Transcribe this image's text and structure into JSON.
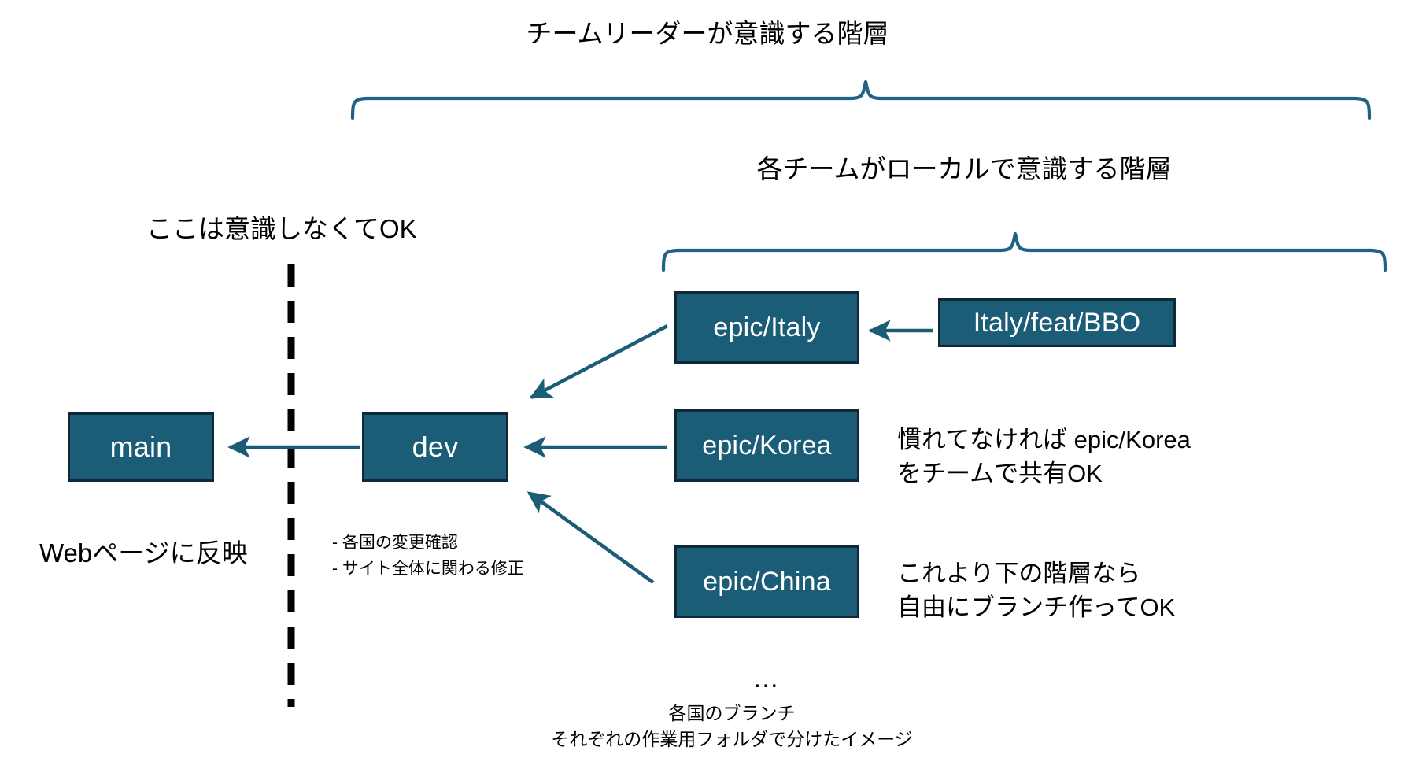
{
  "diagram": {
    "title_top_brace": "チームリーダーが意識する階層",
    "title_second_brace": "各チームがローカルで意識する階層",
    "left_zone_label": "ここは意識しなくてOK",
    "left_zone_note": "Webページに反映",
    "dev_note": "- 各国の変更確認\n- サイト全体に関わる修正",
    "ellipsis": "…",
    "bottom_caption": "各国のブランチ\nそれぞれの作業用フォルダで分けたイメージ"
  },
  "nodes": {
    "main": "main",
    "dev": "dev",
    "epic_italy": "epic/Italy",
    "epic_korea": "epic/Korea",
    "epic_china": "epic/China",
    "italy_feat_bbo": "Italy/feat/BBO"
  },
  "annotations": {
    "korea_note": "慣れてなければ epic/Korea\nをチームで共有OK",
    "china_note": "これより下の階層なら\n自由にブランチ作ってOK"
  },
  "colors": {
    "box_fill": "#1B5C77",
    "box_border": "#10283A",
    "box_text": "#FFFFFF",
    "arrow": "#1B5C77",
    "brace": "#1F6285",
    "divider": "#000000",
    "text": "#000000",
    "background": "#FFFFFF"
  },
  "shapes": {
    "divider_style": "vertical-dashed-line",
    "brace_style": "curly-brace-horizontal",
    "arrow_style": "single-headed-straight-arrow"
  }
}
